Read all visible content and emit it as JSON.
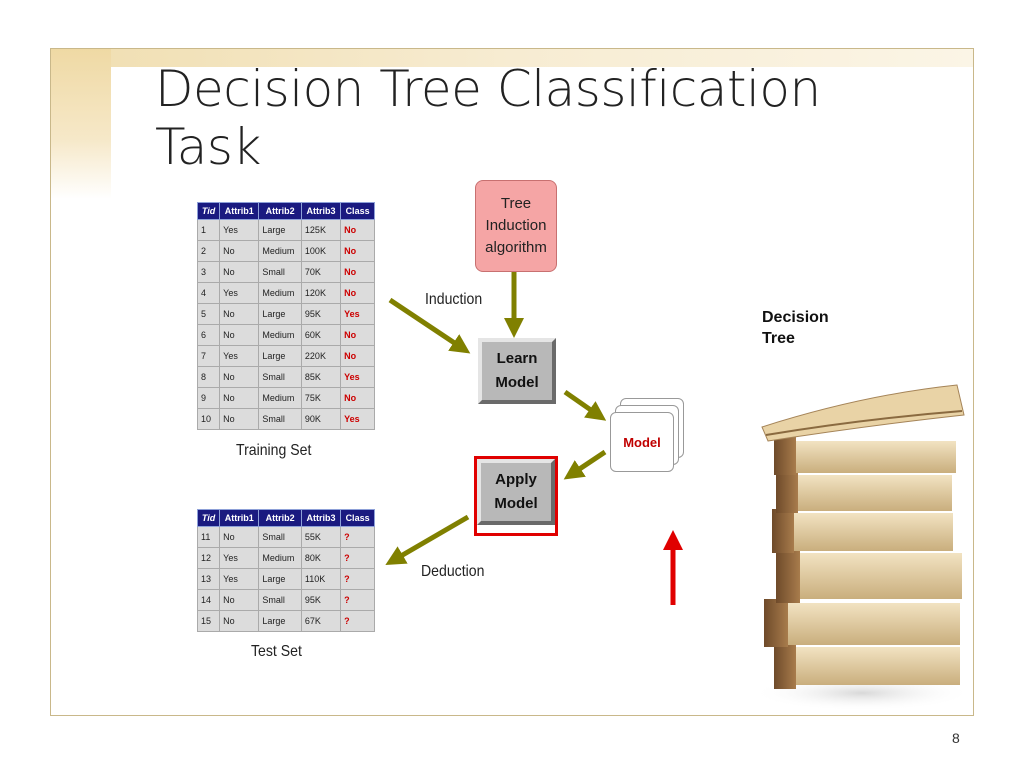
{
  "slide": {
    "title": "Decision Tree Classification Task",
    "page_number": "8"
  },
  "training_table": {
    "headers": [
      "Tid",
      "Attrib1",
      "Attrib2",
      "Attrib3",
      "Class"
    ],
    "rows": [
      [
        "1",
        "Yes",
        "Large",
        "125K",
        "No"
      ],
      [
        "2",
        "No",
        "Medium",
        "100K",
        "No"
      ],
      [
        "3",
        "No",
        "Small",
        "70K",
        "No"
      ],
      [
        "4",
        "Yes",
        "Medium",
        "120K",
        "No"
      ],
      [
        "5",
        "No",
        "Large",
        "95K",
        "Yes"
      ],
      [
        "6",
        "No",
        "Medium",
        "60K",
        "No"
      ],
      [
        "7",
        "Yes",
        "Large",
        "220K",
        "No"
      ],
      [
        "8",
        "No",
        "Small",
        "85K",
        "Yes"
      ],
      [
        "9",
        "No",
        "Medium",
        "75K",
        "No"
      ],
      [
        "10",
        "No",
        "Small",
        "90K",
        "Yes"
      ]
    ],
    "caption": "Training Set"
  },
  "test_table": {
    "headers": [
      "Tid",
      "Attrib1",
      "Attrib2",
      "Attrib3",
      "Class"
    ],
    "rows": [
      [
        "11",
        "No",
        "Small",
        "55K",
        "?"
      ],
      [
        "12",
        "Yes",
        "Medium",
        "80K",
        "?"
      ],
      [
        "13",
        "Yes",
        "Large",
        "110K",
        "?"
      ],
      [
        "14",
        "No",
        "Small",
        "95K",
        "?"
      ],
      [
        "15",
        "No",
        "Large",
        "67K",
        "?"
      ]
    ],
    "caption": "Test Set"
  },
  "diagram": {
    "tree_induction_lines": [
      "Tree",
      "Induction",
      "algorithm"
    ],
    "induction_label": "Induction",
    "learn_model_lines": [
      "Learn",
      "Model"
    ],
    "model_label": "Model",
    "apply_model_lines": [
      "Apply",
      "Model"
    ],
    "deduction_label": "Deduction",
    "decision_tree_lines": [
      "Decision",
      "Tree"
    ]
  },
  "colors": {
    "arrow": "#808000",
    "red_arrow": "#e00000",
    "table_header": "#1a1a80",
    "class_text": "#cc0000"
  }
}
